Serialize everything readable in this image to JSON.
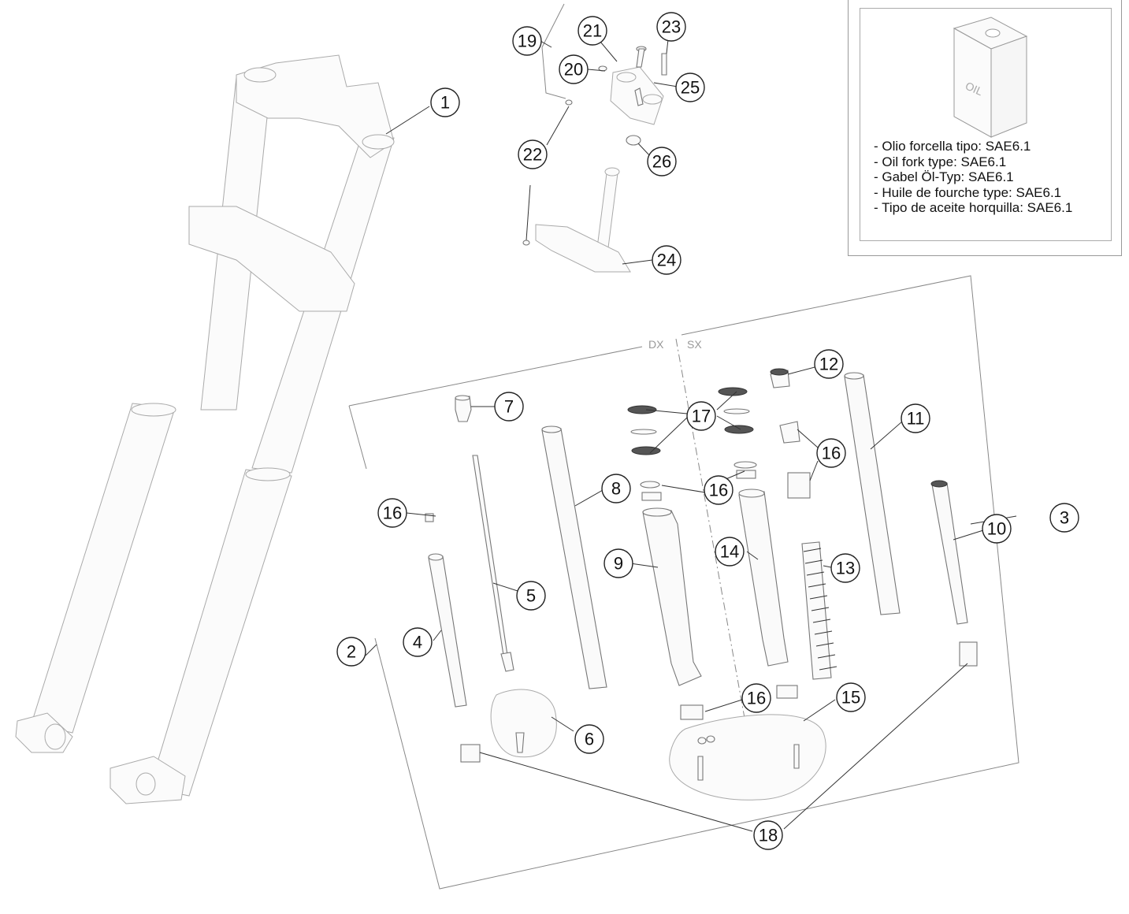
{
  "oil_note": {
    "container_label": "OIL",
    "lines": [
      "- Olio forcella tipo: SAE6.1",
      "- Oil fork type: SAE6.1",
      "- Gabel Öl-Typ: SAE6.1",
      "- Huile de fourche type: SAE6.1",
      "- Tipo de aceite horquilla: SAE6.1"
    ]
  },
  "side_labels": {
    "right": "DX",
    "left": "SX"
  },
  "callouts": [
    "1",
    "2",
    "3",
    "4",
    "5",
    "6",
    "7",
    "8",
    "9",
    "10",
    "11",
    "12",
    "13",
    "14",
    "15",
    "16",
    "17",
    "18",
    "19",
    "20",
    "21",
    "22",
    "23",
    "24",
    "25",
    "26"
  ]
}
